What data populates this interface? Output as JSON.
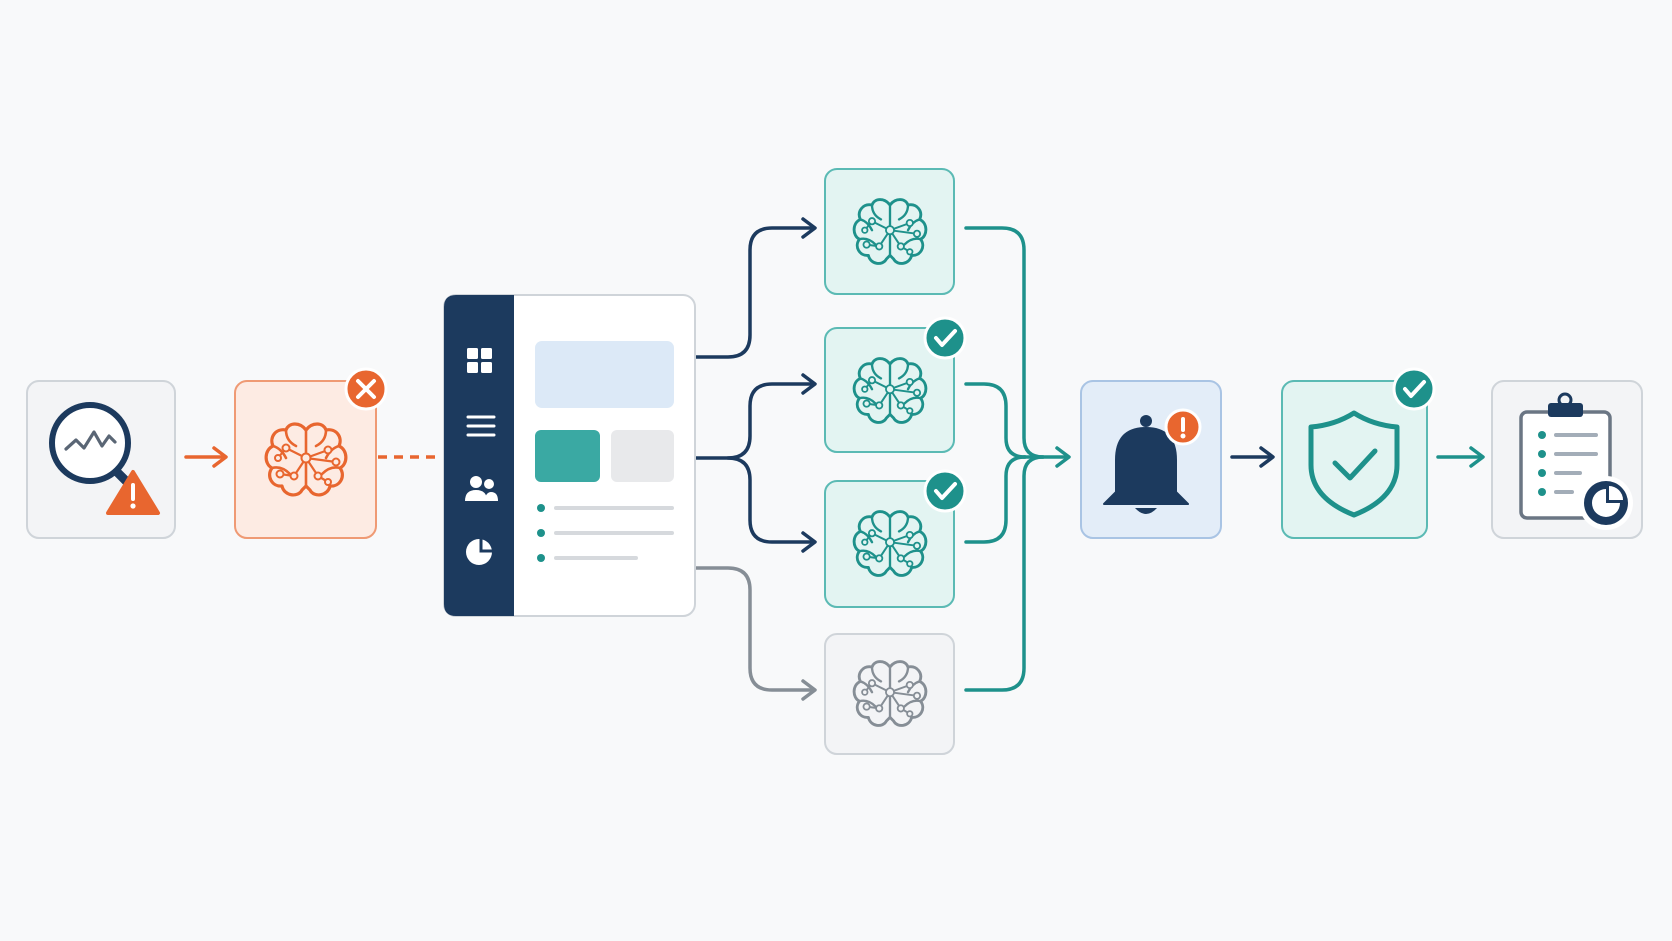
{
  "colors": {
    "navy": "#1c3a5e",
    "teal": "#1e918b",
    "teal_fill": "#e3f4f2",
    "orange": "#e8662f",
    "orange_fill": "#fdebe3",
    "gray": "#868e96",
    "gray_fill": "#f3f4f6",
    "blue_fill": "#e3edf8",
    "blue_border": "#a9c4e4",
    "card_border": "#cfd4d9"
  },
  "nodes": [
    {
      "id": "monitor",
      "kind": "source",
      "icon": "magnifier-alert-icon"
    },
    {
      "id": "failed-model",
      "kind": "model",
      "state": "failed",
      "icon": "brain-circuit-icon",
      "badge": "x-icon"
    },
    {
      "id": "dashboard",
      "kind": "router",
      "icon": "dashboard-window-icon",
      "sidebar_icons": [
        "grid-icon",
        "list-icon",
        "users-icon",
        "pie-chart-icon"
      ]
    },
    {
      "id": "model-1",
      "kind": "model",
      "state": "active",
      "icon": "brain-circuit-icon",
      "badge": null
    },
    {
      "id": "model-2",
      "kind": "model",
      "state": "active",
      "icon": "brain-circuit-icon",
      "badge": "check-icon"
    },
    {
      "id": "model-3",
      "kind": "model",
      "state": "active",
      "icon": "brain-circuit-icon",
      "badge": "check-icon"
    },
    {
      "id": "model-4",
      "kind": "model",
      "state": "inactive",
      "icon": "brain-circuit-icon",
      "badge": null
    },
    {
      "id": "alert",
      "kind": "notification",
      "icon": "bell-icon",
      "badge": "exclamation-icon"
    },
    {
      "id": "security",
      "kind": "verification",
      "icon": "shield-check-icon",
      "badge": "check-icon"
    },
    {
      "id": "report",
      "kind": "output",
      "icon": "clipboard-report-icon"
    }
  ],
  "edges": [
    {
      "from": "monitor",
      "to": "failed-model",
      "style": "solid",
      "color": "orange"
    },
    {
      "from": "failed-model",
      "to": "dashboard",
      "style": "dashed",
      "color": "orange"
    },
    {
      "from": "dashboard",
      "to": "model-1",
      "style": "solid",
      "color": "navy"
    },
    {
      "from": "dashboard",
      "to": "model-2",
      "style": "solid",
      "color": "navy"
    },
    {
      "from": "dashboard",
      "to": "model-3",
      "style": "solid",
      "color": "navy"
    },
    {
      "from": "dashboard",
      "to": "model-4",
      "style": "solid",
      "color": "gray"
    },
    {
      "from": "model-1",
      "to": "alert",
      "style": "solid",
      "color": "teal"
    },
    {
      "from": "model-2",
      "to": "alert",
      "style": "solid",
      "color": "teal"
    },
    {
      "from": "model-3",
      "to": "alert",
      "style": "solid",
      "color": "teal"
    },
    {
      "from": "model-4",
      "to": "alert",
      "style": "solid",
      "color": "teal"
    },
    {
      "from": "alert",
      "to": "security",
      "style": "solid",
      "color": "navy"
    },
    {
      "from": "security",
      "to": "report",
      "style": "solid",
      "color": "teal"
    }
  ]
}
